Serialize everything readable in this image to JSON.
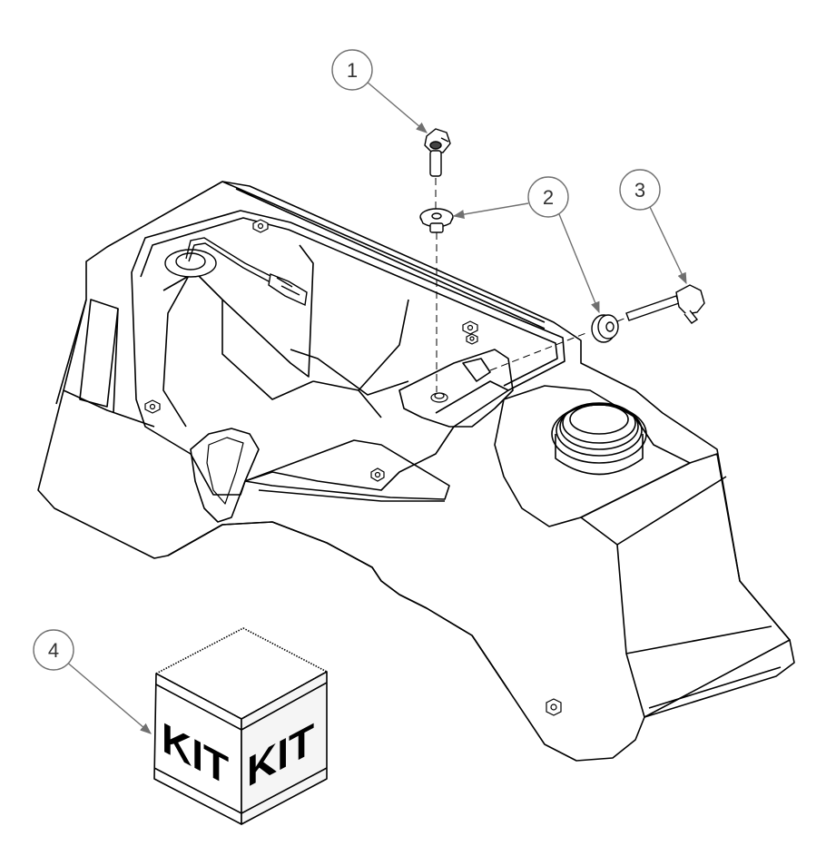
{
  "diagram": {
    "callouts": [
      {
        "number": "1"
      },
      {
        "number": "2"
      },
      {
        "number": "3"
      },
      {
        "number": "4"
      }
    ],
    "kit_box": {
      "left_face_label": "KIT",
      "right_face_label": "KIT"
    }
  },
  "colors": {
    "line": "#000000",
    "leader": "#808080",
    "face_shade": "#f5f5f5",
    "background": "#ffffff"
  }
}
